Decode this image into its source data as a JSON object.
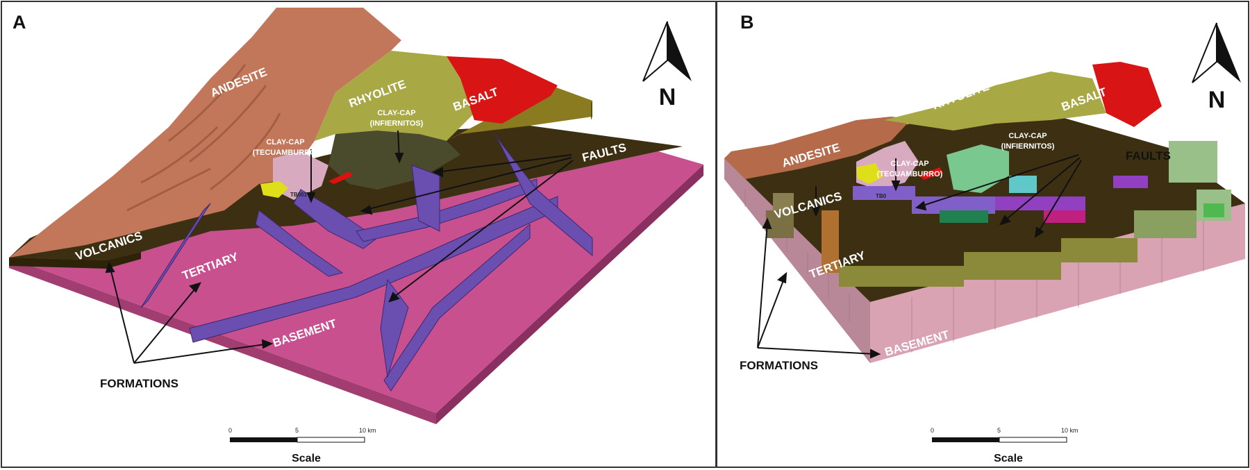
{
  "panels": [
    {
      "letter": "A",
      "formations": {
        "andesite": "ANDESITE",
        "rhyolite": "RHYOLITE",
        "basalt": "BASALT",
        "volcanics": "VOLCANICS",
        "tertiary": "TERTIARY",
        "basement": "BASEMENT"
      },
      "claycap_tecuamburro": [
        "CLAY-CAP",
        "(TECUAMBURRO)"
      ],
      "claycap_infiernitos": [
        "CLAY-CAP",
        "(INFIERNITOS)"
      ],
      "well": "TB001",
      "faults_label": "FAULTS",
      "formations_label": "FORMATIONS",
      "north": "N",
      "scale": {
        "ticks": [
          "0",
          "5",
          "10 km"
        ],
        "title": "Scale"
      }
    },
    {
      "letter": "B",
      "formations": {
        "andesite": "ANDESITE",
        "rhyolite": "RHYOLITE",
        "basalt": "BASALT",
        "volcanics": "VOLCANICS",
        "tertiary": "TERTIARY",
        "basement": "BASEMENT"
      },
      "claycap_tecuamburro": [
        "CLAY-CAP",
        "(TECUAMBURRO)"
      ],
      "claycap_infiernitos": [
        "CLAY-CAP",
        "(INFIERNITOS)"
      ],
      "well": "TB0",
      "faults_label": "FAULTS",
      "formations_label": "FORMATIONS",
      "north": "N",
      "scale": {
        "ticks": [
          "0",
          "5",
          "10 km"
        ],
        "title": "Scale"
      }
    }
  ],
  "colors": {
    "andesite": "#c2775a",
    "rhyolite": "#a8a845",
    "basalt": "#d81414",
    "volcanics": "#3d3012",
    "basement_a": "#c8508f",
    "basement_b": "#d9a3b4",
    "fault": "#6a4fb0",
    "clay_tecuamburro": "#d8aac0",
    "clay_infiernitos": "#4a4a2c",
    "yellow_cap": "#dede19"
  }
}
